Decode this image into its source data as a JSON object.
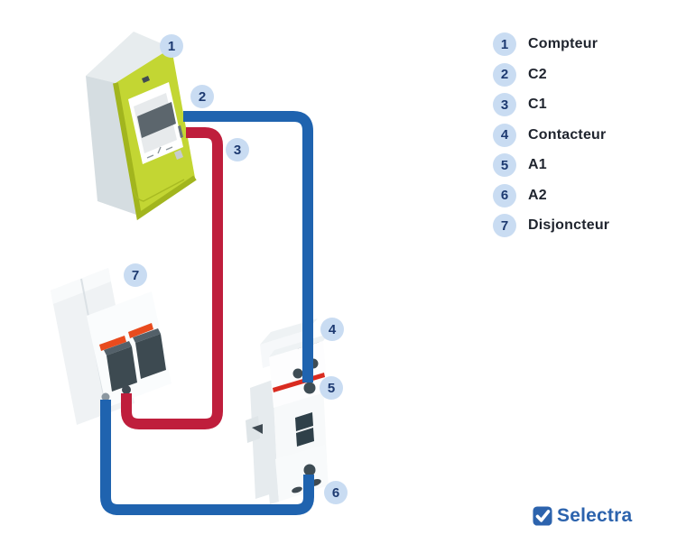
{
  "legend": {
    "items": [
      {
        "number": "1",
        "label": "Compteur"
      },
      {
        "number": "2",
        "label": "C2"
      },
      {
        "number": "3",
        "label": "C1"
      },
      {
        "number": "4",
        "label": "Contacteur"
      },
      {
        "number": "5",
        "label": "A1"
      },
      {
        "number": "6",
        "label": "A2"
      },
      {
        "number": "7",
        "label": "Disjoncteur"
      }
    ]
  },
  "diagram": {
    "badges": [
      {
        "number": "1"
      },
      {
        "number": "2"
      },
      {
        "number": "3"
      },
      {
        "number": "4"
      },
      {
        "number": "5"
      },
      {
        "number": "6"
      },
      {
        "number": "7"
      }
    ]
  },
  "colors": {
    "wire_blue": "#1f63af",
    "wire_red": "#bf1e3c",
    "badge_bg": "#c9dcf2",
    "badge_text": "#1d3a71",
    "meter_green": "#c3d633",
    "logo_blue": "#2c63ad"
  },
  "logo": {
    "text": "Selectra",
    "icon": "check-square-icon"
  }
}
